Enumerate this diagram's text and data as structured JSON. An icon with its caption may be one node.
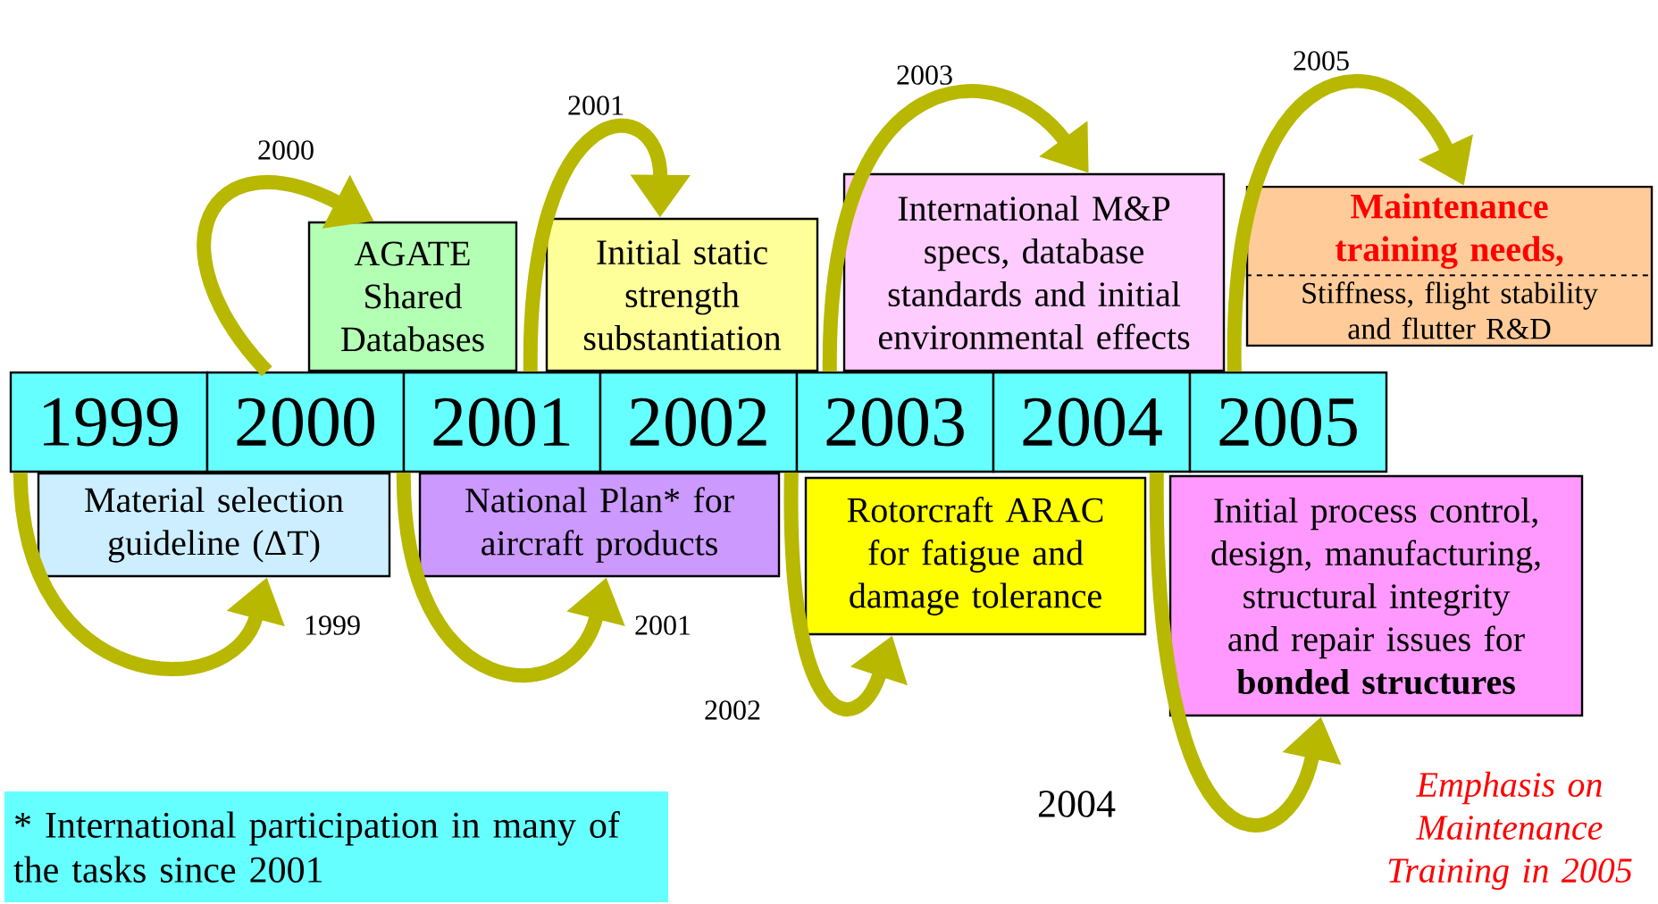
{
  "diagram": {
    "nodes": [
      {
        "text": [
          "1999"
        ]
      },
      {
        "text": [
          "2000"
        ]
      },
      {
        "text": [
          "2001"
        ]
      },
      {
        "text": [
          "2002"
        ]
      },
      {
        "text": [
          "2003"
        ]
      },
      {
        "text": [
          "2004"
        ]
      },
      {
        "text": [
          "2005"
        ]
      },
      {
        "text": [
          "Material selection guideline (ΔT)"
        ]
      },
      {
        "text": [
          "AGATE Shared Databases"
        ]
      },
      {
        "text": [
          "Initial static strength substantiation"
        ]
      },
      {
        "text": [
          "National Plan* for aircraft products"
        ]
      },
      {
        "text": [
          "International M&P specs, database standards and initial environmental effects"
        ]
      },
      {
        "text": [
          "Rotorcraft ARAC for fatigue and damage tolerance"
        ]
      },
      {
        "text": [
          "Maintenance training needs,",
          "Stiffness, flight stability and flutter R&D"
        ]
      },
      {
        "text": [
          "Initial process control, design, manufacturing, structural integrity and repair issues for **bonded structures**"
        ]
      },
      {
        "text": [
          "* International participation in many of the tasks since 2001"
        ]
      }
    ],
    "edges": [
      {
        "from": 0,
        "to": 7,
        "arrow": "to",
        "label": "1999"
      },
      {
        "from": 1,
        "to": 8,
        "arrow": "to",
        "label": "2000"
      },
      {
        "from": 2,
        "to": 9,
        "arrow": "to",
        "label": "2001"
      },
      {
        "from": 2,
        "to": 10,
        "arrow": "to",
        "label": "2001"
      },
      {
        "from": 3,
        "to": 12,
        "arrow": "to",
        "label": "2002"
      },
      {
        "from": 4,
        "to": 11,
        "arrow": "to",
        "label": "2003"
      },
      {
        "from": 5,
        "to": 14,
        "arrow": "to",
        "label": "2004"
      },
      {
        "from": 6,
        "to": 13,
        "arrow": "to",
        "label": "2005"
      }
    ],
    "labels": [
      "Emphasis on Maintenance Training in 2005"
    ]
  }
}
